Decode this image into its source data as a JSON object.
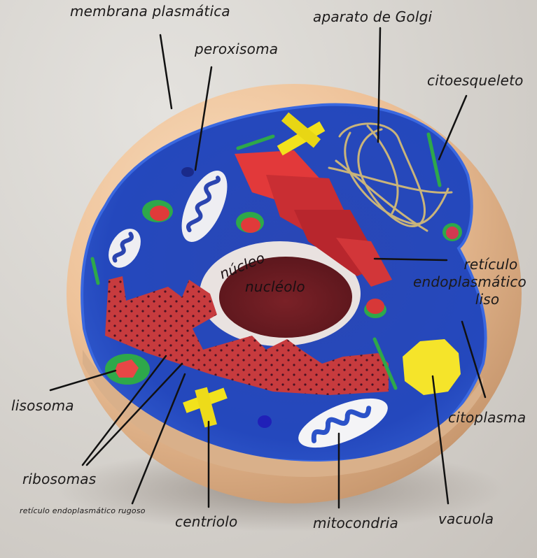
{
  "diagram": {
    "subject": "Modelo 3D de célula animal",
    "colors": {
      "background": "#d8d5d0",
      "membrane": "#f0c9a0",
      "cytoplasm": "#2f57c9",
      "cytoplasm_dark": "#1d3aa3",
      "nucleus": "#8a2a2e",
      "er": "#c73b3e",
      "golgi": "#e33a3a",
      "centriole": "#f2e21c",
      "vacuole": "#f5e42a",
      "mitochondria": "#f4f4f6",
      "cytoskeleton": "#2ea84a",
      "golgi_threads": "#c9b47a",
      "label_text": "#1c1a1a"
    }
  },
  "labels": {
    "membrana_plasmatica": "membrana plasmática",
    "peroxisoma": "peroxisoma",
    "aparato_golgi": "aparato de Golgi",
    "citoesqueleto": "citoesqueleto",
    "nucleo": "núcleo",
    "nucleolo": "nucléolo",
    "rel_line1": "retículo",
    "rel_line2": "endoplasmático",
    "rel_line3": "liso",
    "lisosoma": "lisosoma",
    "citoplasma": "citoplasma",
    "ribosomas": "ribosomas",
    "rer": "retículo endoplasmático rugoso",
    "centriolo": "centriolo",
    "mitocondria": "mitocondria",
    "vacuola": "vacuola"
  }
}
